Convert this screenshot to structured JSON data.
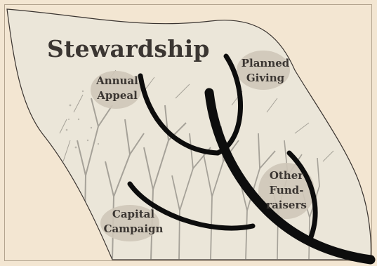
{
  "diagram": {
    "title": "Stewardship",
    "nodes": [
      {
        "id": "annual-appeal",
        "lines": [
          "Annual",
          "Appeal"
        ]
      },
      {
        "id": "planned-giving",
        "lines": [
          "Planned",
          "Giving"
        ]
      },
      {
        "id": "other-fundraisers",
        "lines": [
          "Other",
          "Fund-",
          "raisers"
        ]
      },
      {
        "id": "capital-campaign",
        "lines": [
          "Capital",
          "Campaign"
        ]
      }
    ],
    "colors": {
      "background": "#f3e6d2",
      "canvas": "#ebe6d9",
      "branch": "#0d0d0d",
      "label": "#3b3632",
      "blob": "#cfc6b8"
    }
  }
}
